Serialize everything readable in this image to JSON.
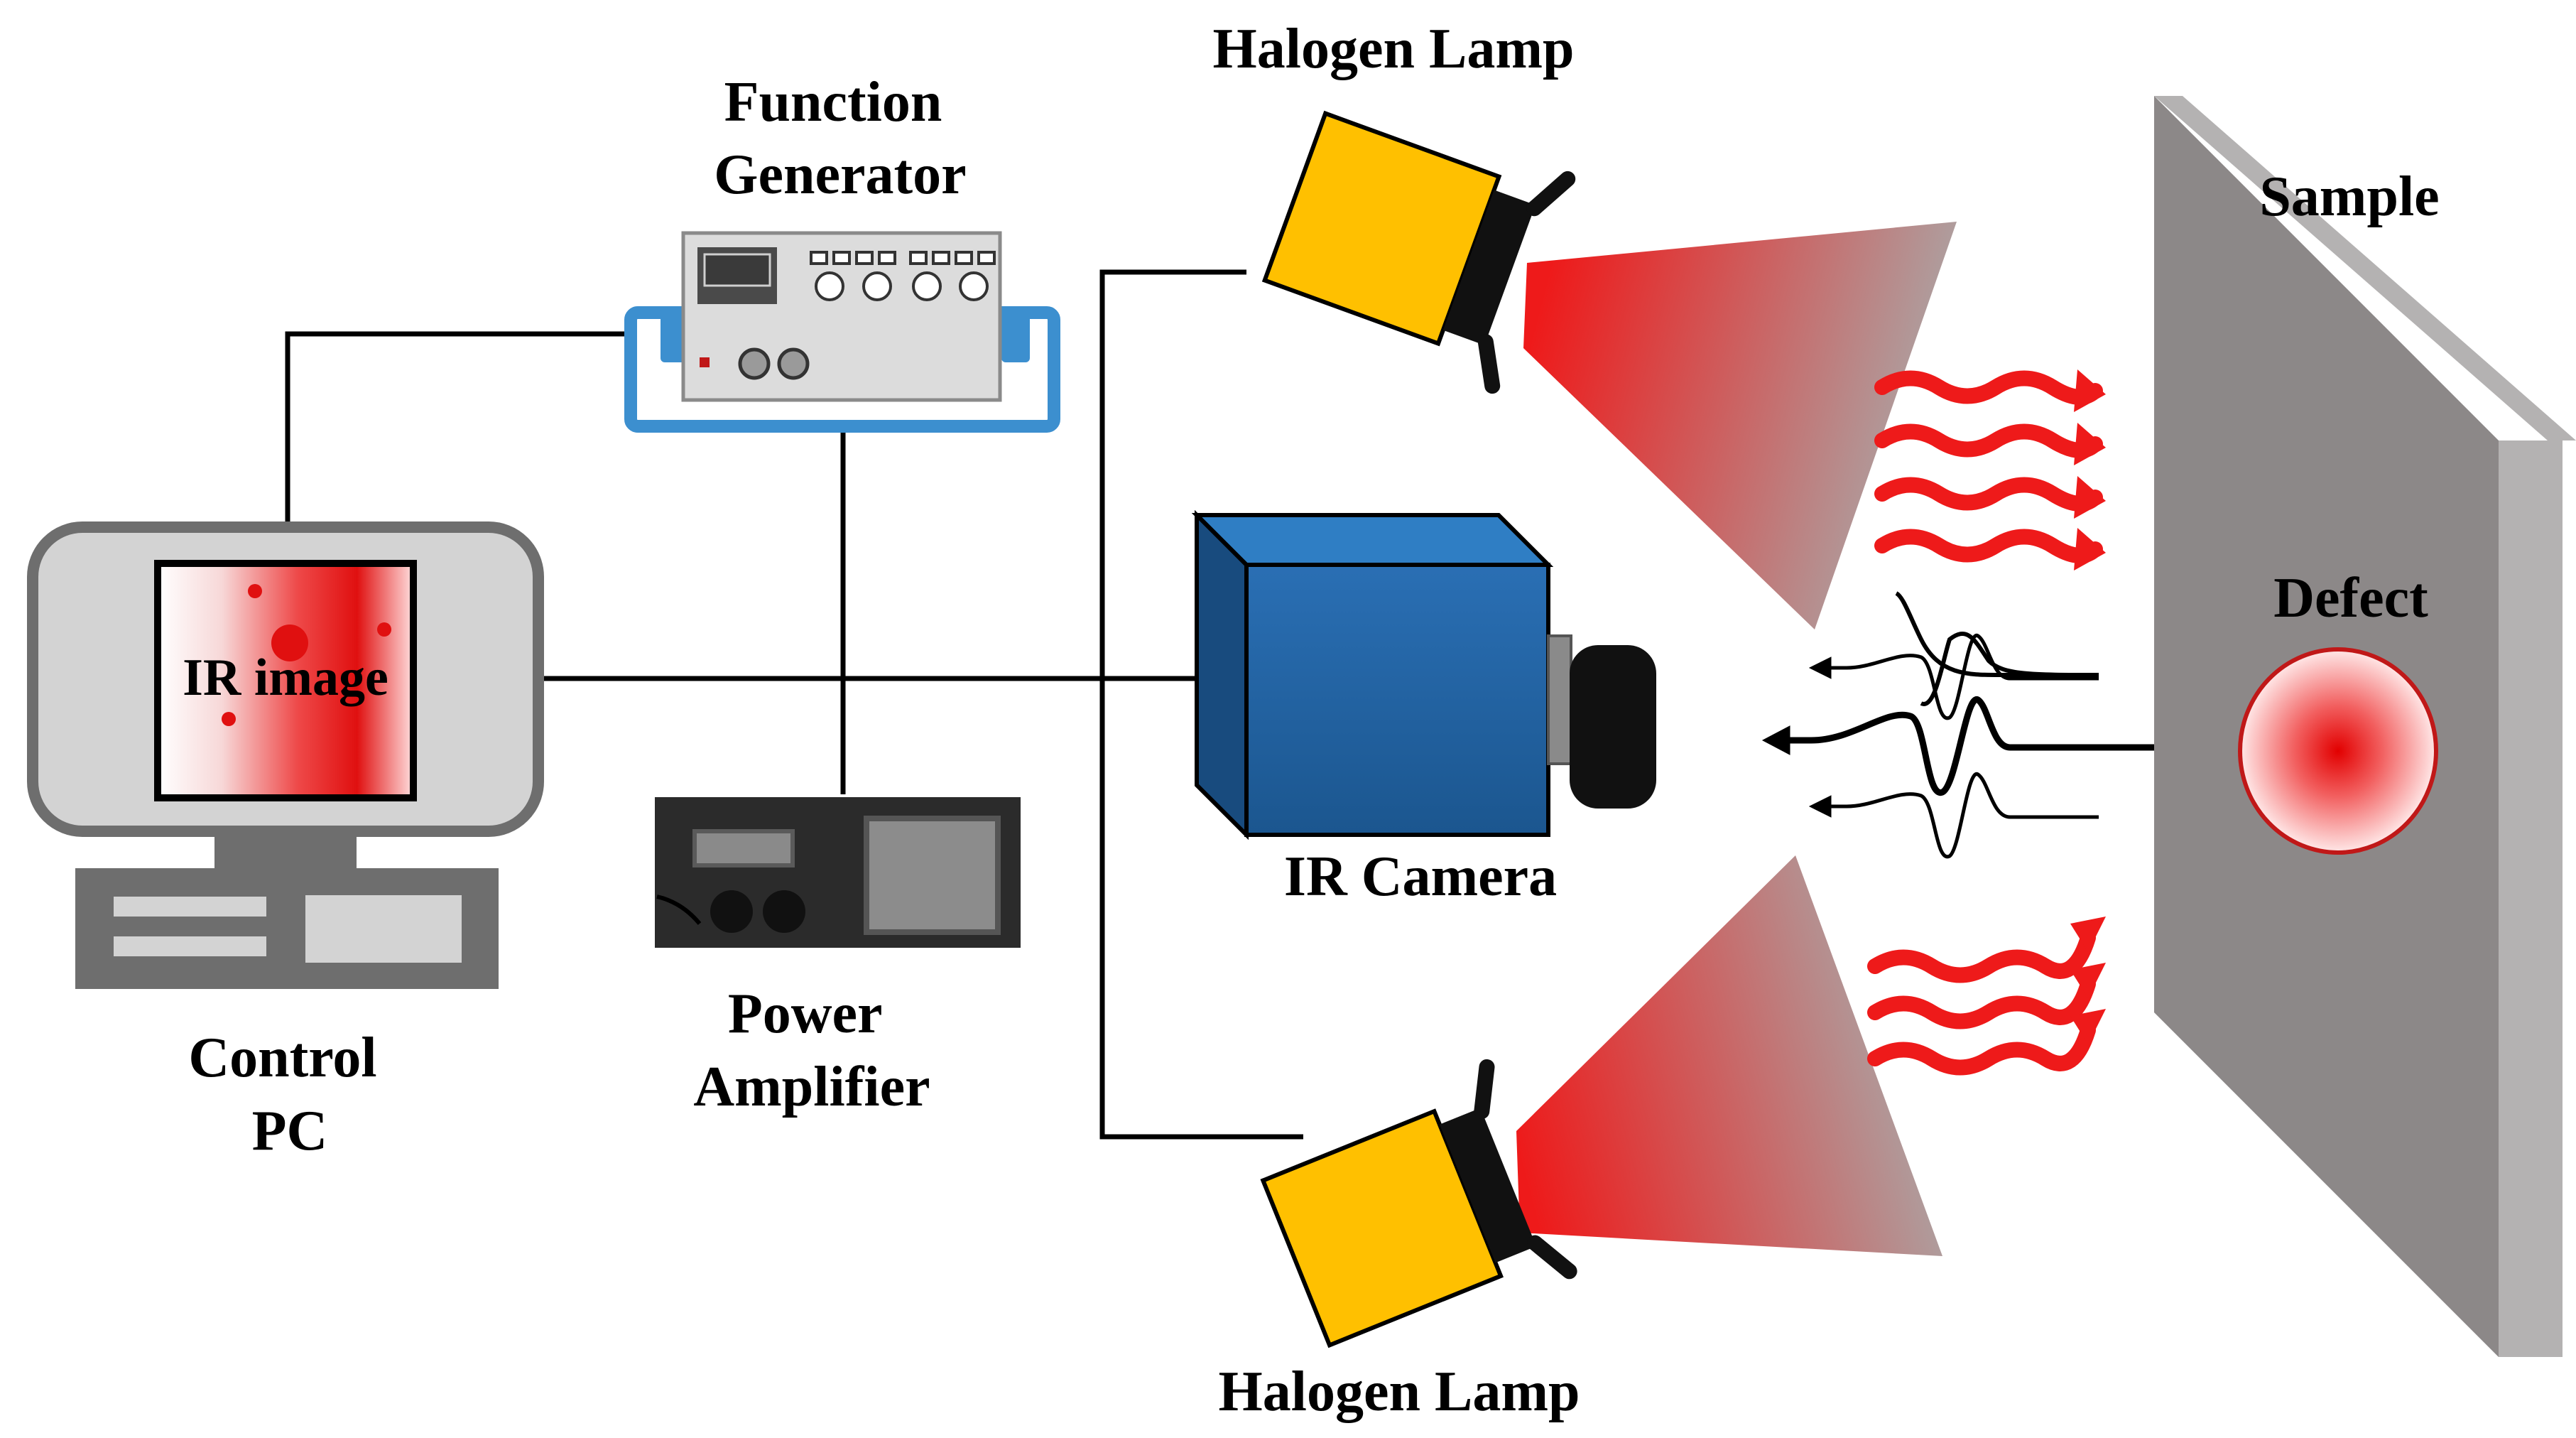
{
  "labels": {
    "function_generator": [
      "Function",
      "Generator"
    ],
    "halogen_lamp_top": "Halogen Lamp",
    "halogen_lamp_bottom": "Halogen Lamp",
    "sample": "Sample",
    "defect": "Defect",
    "ir_image": "IR image",
    "ir_camera": "IR Camera",
    "power_amplifier": [
      "Power",
      "Amplifier"
    ],
    "control_pc": [
      "Control",
      "PC"
    ]
  },
  "colors": {
    "lamp_body": "#FFC000",
    "camera_body": "#1F5C9E",
    "heat_red": "#E8141C",
    "beam_gray": "#A8A8A8",
    "sample_face": "#8C8888",
    "sample_edge": "#B4B2B2",
    "pc_frame": "#6E6E6E",
    "fg_frame": "#3C8FCF",
    "amp_body": "#2B2B2B"
  },
  "icons": [
    "desktop-computer-icon",
    "function-generator-icon",
    "power-amplifier-icon",
    "halogen-lamp-icon",
    "ir-camera-icon",
    "heat-wave-icon",
    "thermal-signal-icon",
    "sample-plate-icon",
    "defect-spot-icon"
  ]
}
